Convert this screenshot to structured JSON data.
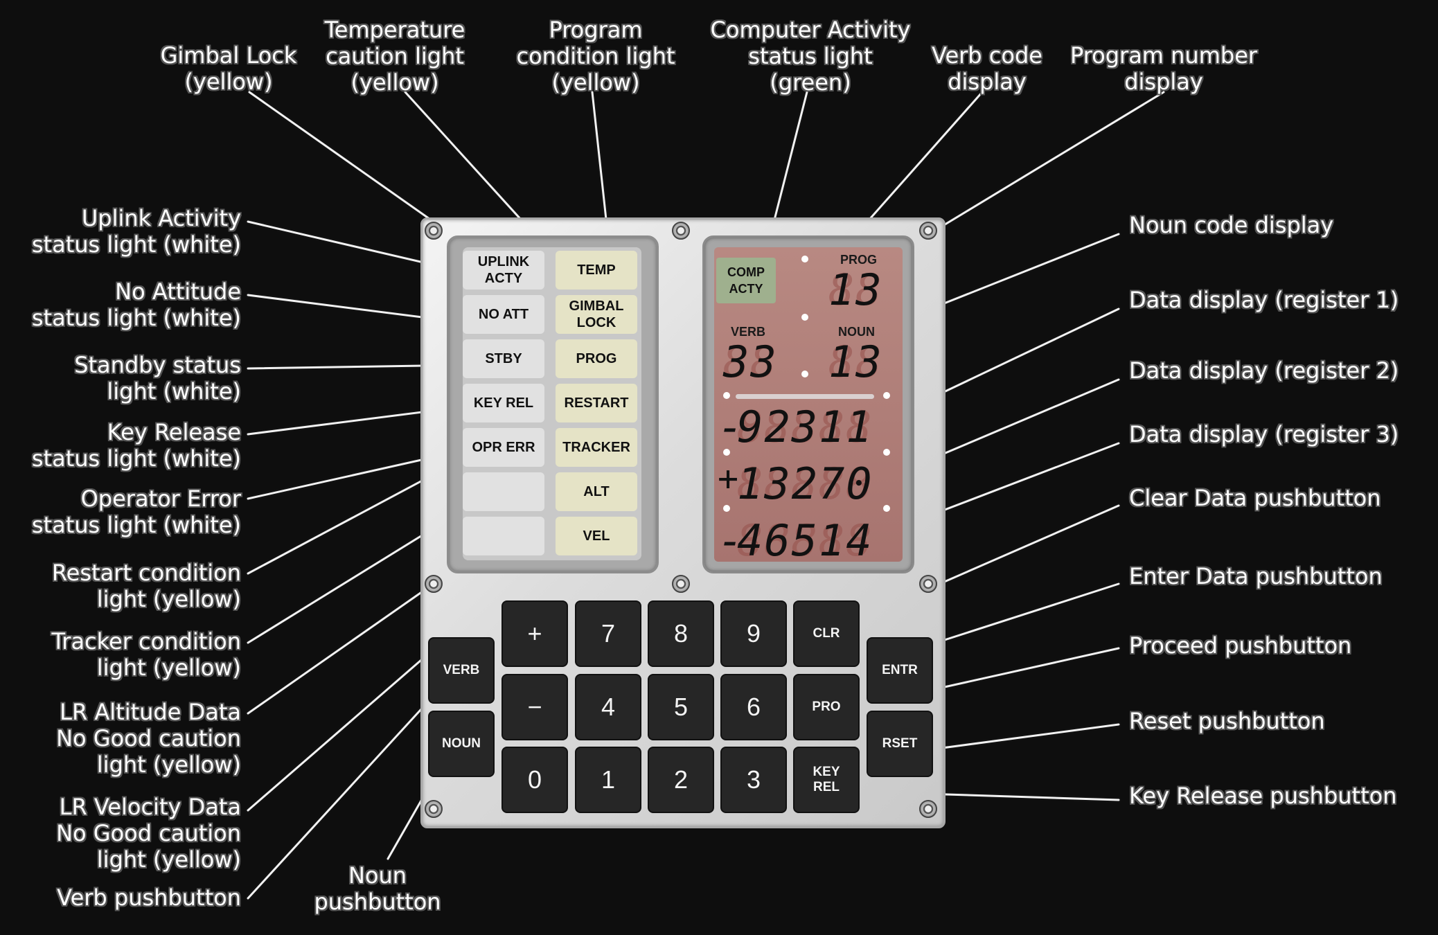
{
  "labels": {
    "gimbal_lock": "Gimbal Lock\n(yellow)",
    "temp": "Temperature\ncaution light\n(yellow)",
    "prog_light": "Program\ncondition light\n(yellow)",
    "comp_acty": "Computer Activity\nstatus light\n(green)",
    "verb_code": "Verb code\ndisplay",
    "prog_num": "Program number\ndisplay",
    "noun_code": "Noun code display",
    "reg1": "Data display (register 1)",
    "reg2": "Data display (register 2)",
    "reg3": "Data display (register 3)",
    "clr": "Clear Data pushbutton",
    "entr": "Enter Data pushbutton",
    "pro": "Proceed pushbutton",
    "rset": "Reset pushbutton",
    "keyrel_btn": "Key Release pushbutton",
    "uplink": "Uplink Activity\nstatus light (white)",
    "noatt": "No Attitude\nstatus light (white)",
    "stby": "Standby status\nlight (white)",
    "keyrel": "Key Release\nstatus light (white)",
    "oprerr": "Operator Error\nstatus light (white)",
    "restart": "Restart condition\nlight (yellow)",
    "tracker": "Tracker condition\nlight (yellow)",
    "alt": "LR Altitude Data\nNo Good caution\nlight (yellow)",
    "vel": "LR Velocity Data\nNo Good caution\nlight (yellow)",
    "verb_btn": "Verb pushbutton",
    "noun_btn": "Noun\npushbutton"
  },
  "lamps": {
    "left": [
      "UPLINK\nACTY",
      "NO ATT",
      "STBY",
      "KEY REL",
      "OPR ERR",
      "",
      ""
    ],
    "right": [
      "TEMP",
      "GIMBAL\nLOCK",
      "PROG",
      "RESTART",
      "TRACKER",
      "ALT",
      "VEL"
    ]
  },
  "display": {
    "comp_acty": "COMP\nACTY",
    "prog_label": "PROG",
    "verb_label": "VERB",
    "noun_label": "NOUN",
    "prog_value": "13",
    "verb_value": "33",
    "noun_value": "13",
    "r1_sign": "-",
    "r1_value": "92311",
    "r2_sign": "+",
    "r2_value": "13270",
    "r3_sign": "-",
    "r3_value": "46514",
    "ghost2": "88",
    "ghost5": "88888"
  },
  "keys": {
    "plus": "+",
    "minus": "−",
    "k0": "0",
    "k1": "1",
    "k2": "2",
    "k3": "3",
    "k4": "4",
    "k5": "5",
    "k6": "6",
    "k7": "7",
    "k8": "8",
    "k9": "9",
    "verb": "VERB",
    "noun": "NOUN",
    "clr": "CLR",
    "pro": "PRO",
    "keyrel": "KEY\nREL",
    "entr": "ENTR",
    "rset": "RSET"
  },
  "colors": {
    "lamp_white": "#e1e1e1",
    "lamp_yellow": "#e5e3c6",
    "comp_acty_green": "#9fb08e",
    "display_bg": "#b08079",
    "key_bg": "#262626"
  }
}
